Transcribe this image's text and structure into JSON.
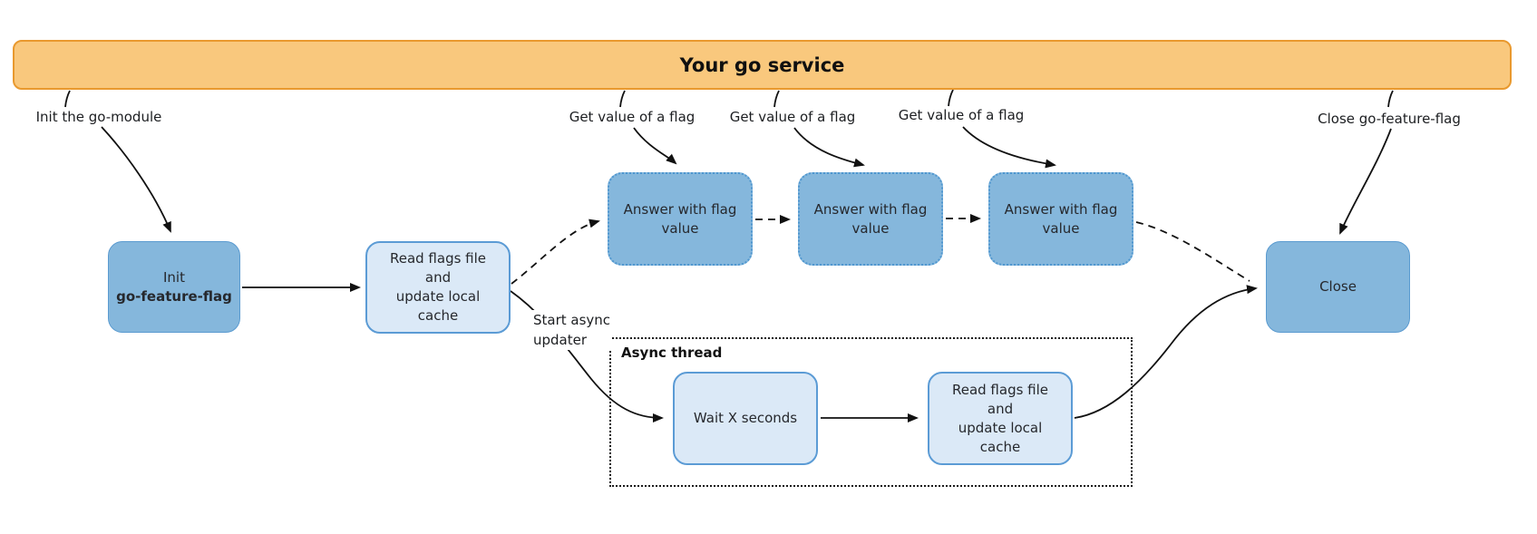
{
  "banner": {
    "title": "Your go service"
  },
  "labels": {
    "init_module": "Init the go-module",
    "get_flag_1": "Get value of a flag",
    "get_flag_2": "Get value of a flag",
    "get_flag_3": "Get value of a flag",
    "close_gff": "Close go-feature-flag",
    "start_async": "Start async\nupdater"
  },
  "nodes": {
    "init": {
      "line1": "Init",
      "line2": "go-feature-flag"
    },
    "read_flags": "Read flags file\nand\nupdate local cache",
    "answer_1": "Answer with flag\nvalue",
    "answer_2": "Answer with flag\nvalue",
    "answer_3": "Answer with flag\nvalue",
    "close": "Close",
    "wait": "Wait X seconds",
    "async_read": "Read flags file\nand\nupdate local cache"
  },
  "async_container": {
    "label": "Async thread"
  },
  "colors": {
    "banner_fill": "#F9C87D",
    "banner_border": "#E9992E",
    "node_fill_dark": "#85B7DC",
    "node_border_dark": "#5B9BD0",
    "node_fill_light": "#DBE9F7",
    "node_border_light": "#5B9BD5",
    "answer_dotted_border": "#4E96CF",
    "arrow": "#111111"
  }
}
